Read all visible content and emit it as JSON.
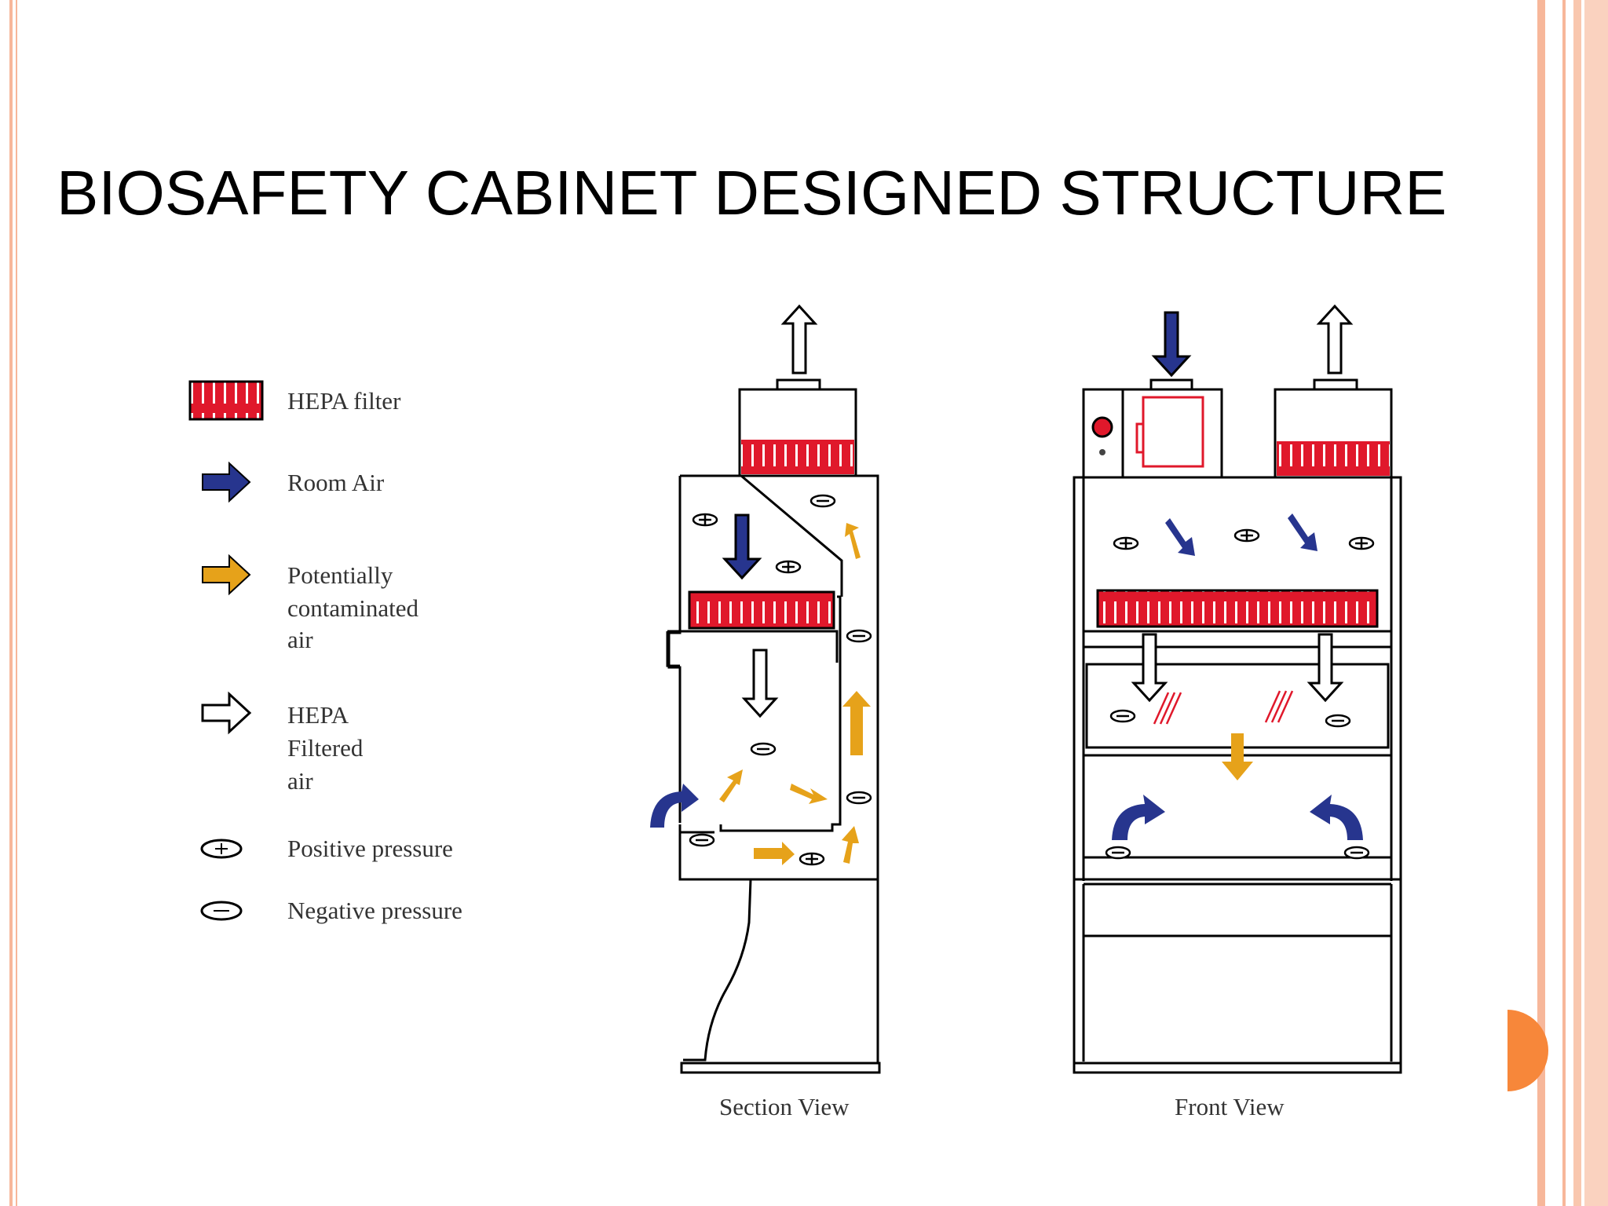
{
  "slide": {
    "title": "BIOSAFETY CABINET DESIGNED STRUCTURE"
  },
  "legend": {
    "hepa_filter": "HEPA filter",
    "room_air": "Room Air",
    "contaminated": [
      "Potentially",
      "contaminated",
      "air"
    ],
    "filtered": [
      "HEPA",
      "Filtered",
      "air"
    ],
    "positive": "Positive pressure",
    "negative": "Negative pressure"
  },
  "captions": {
    "section": "Section View",
    "front": "Front View"
  },
  "colors": {
    "hepa_red": "#e0182b",
    "room_air_blue": "#27358e",
    "contaminated_orange": "#e6a21a",
    "border_salmon": "#f7b79a",
    "accent_orange": "#f7873a"
  },
  "icons": {
    "hepa": "hepa-filter-icon",
    "room": "room-air-arrow-icon",
    "contaminated": "contaminated-air-arrow-icon",
    "filtered": "filtered-air-arrow-icon",
    "positive": "positive-pressure-icon",
    "negative": "negative-pressure-icon"
  }
}
